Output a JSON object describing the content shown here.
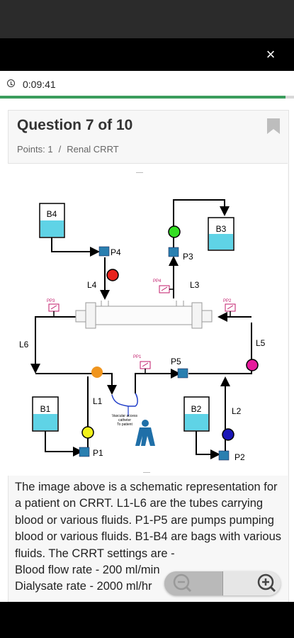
{
  "header": {
    "timer": "0:09:41",
    "close_icon": "×",
    "progress_fraction": 0.97
  },
  "question": {
    "title": "Question 7 of 10",
    "points": "Points: 1",
    "separator": "/",
    "category": "Renal CRRT",
    "text": "The image above is a schematic representation for a patient on CRRT. L1-L6 are the tubes carrying blood or various fluids. P1-P5 are pumps pumping blood or various fluids. B1-B4 are bags with various fluids. The CRRT settings are -\nBlood flow rate - 200 ml/min\nDialysate rate - 2000 ml/hr"
  },
  "diagram": {
    "bags": {
      "b1": "B1",
      "b2": "B2",
      "b3": "B3",
      "b4": "B4"
    },
    "pumps": {
      "p1": "P1",
      "p2": "P2",
      "p3": "P3",
      "p4": "P4",
      "p5": "P5"
    },
    "lines": {
      "l1": "L1",
      "l2": "L2",
      "l3": "L3",
      "l4": "L4",
      "l5": "L5",
      "l6": "L6"
    },
    "pressure": {
      "pp1": "PP1",
      "pp2": "PP2",
      "pp3": "PP3",
      "pp4": "PP4"
    },
    "catheter_label": [
      "Vascular access",
      "catheter",
      "To patient"
    ],
    "colors": {
      "fluid": "#5fd3e6",
      "pump": "#2a7fb0",
      "red": "#e8221c",
      "green": "#33dd22",
      "orange": "#f0951e",
      "yellow": "#f2f21a",
      "magenta": "#e61a9c",
      "navy": "#1a16b8",
      "patient": "#1f6fa8"
    }
  },
  "zoom": {
    "out_icon": "zoom-out-icon",
    "in_icon": "zoom-in-icon"
  }
}
